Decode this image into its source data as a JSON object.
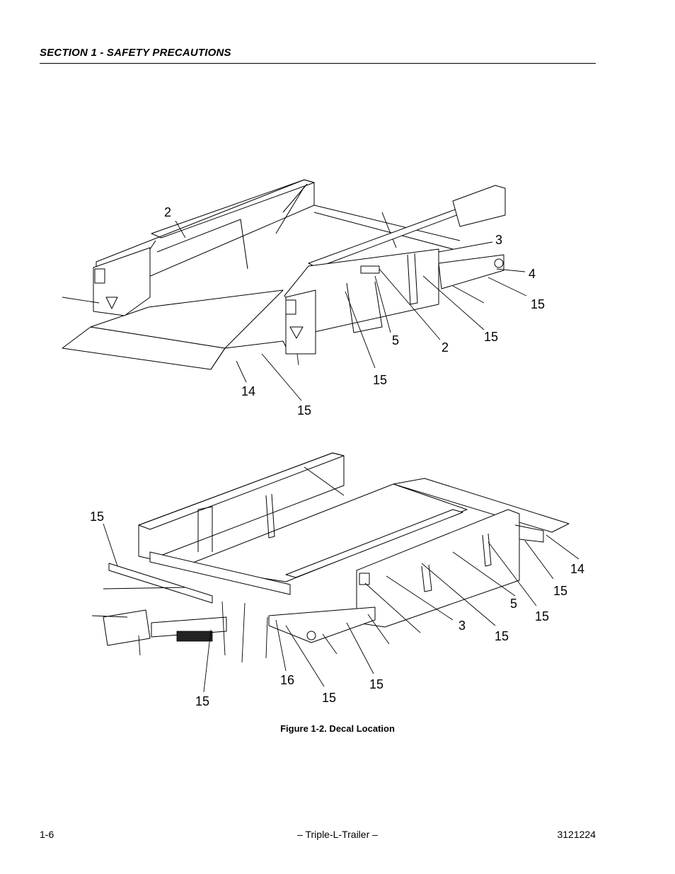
{
  "header": {
    "section_title": "SECTION 1 - SAFETY PRECAUTIONS"
  },
  "figure": {
    "caption": "Figure 1-2.  Decal Location",
    "top_callouts": [
      "2",
      "3",
      "4",
      "15",
      "15",
      "5",
      "2",
      "15",
      "14",
      "15"
    ],
    "bottom_callouts": [
      "15",
      "14",
      "15",
      "5",
      "15",
      "3",
      "15",
      "16",
      "15",
      "15",
      "15"
    ]
  },
  "footer": {
    "page_number": "1-6",
    "title": "– Triple-L-Trailer –",
    "doc_number": "3121224"
  }
}
